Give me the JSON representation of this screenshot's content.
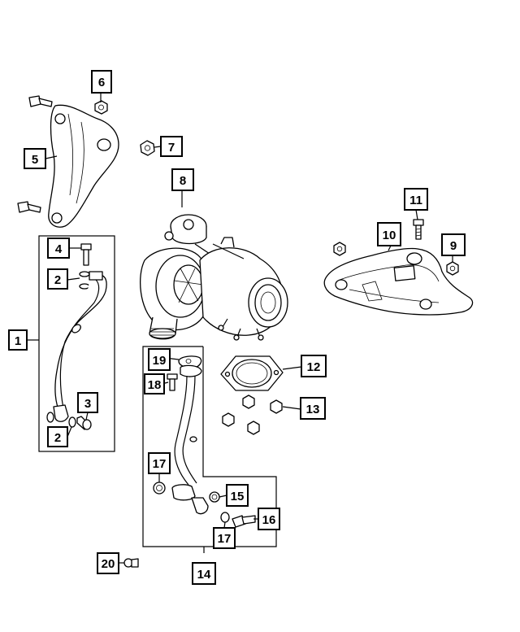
{
  "callouts": [
    {
      "id": "c1",
      "label": "1"
    },
    {
      "id": "c2a",
      "label": "2"
    },
    {
      "id": "c2b",
      "label": "2"
    },
    {
      "id": "c3",
      "label": "3"
    },
    {
      "id": "c4",
      "label": "4"
    },
    {
      "id": "c5",
      "label": "5"
    },
    {
      "id": "c6",
      "label": "6"
    },
    {
      "id": "c7",
      "label": "7"
    },
    {
      "id": "c8",
      "label": "8"
    },
    {
      "id": "c9",
      "label": "9"
    },
    {
      "id": "c10",
      "label": "10"
    },
    {
      "id": "c11",
      "label": "11"
    },
    {
      "id": "c12",
      "label": "12"
    },
    {
      "id": "c13",
      "label": "13"
    },
    {
      "id": "c14",
      "label": "14"
    },
    {
      "id": "c15",
      "label": "15"
    },
    {
      "id": "c16",
      "label": "16"
    },
    {
      "id": "c17a",
      "label": "17"
    },
    {
      "id": "c17b",
      "label": "17"
    },
    {
      "id": "c18",
      "label": "18"
    },
    {
      "id": "c19",
      "label": "19"
    },
    {
      "id": "c20",
      "label": "20"
    }
  ]
}
